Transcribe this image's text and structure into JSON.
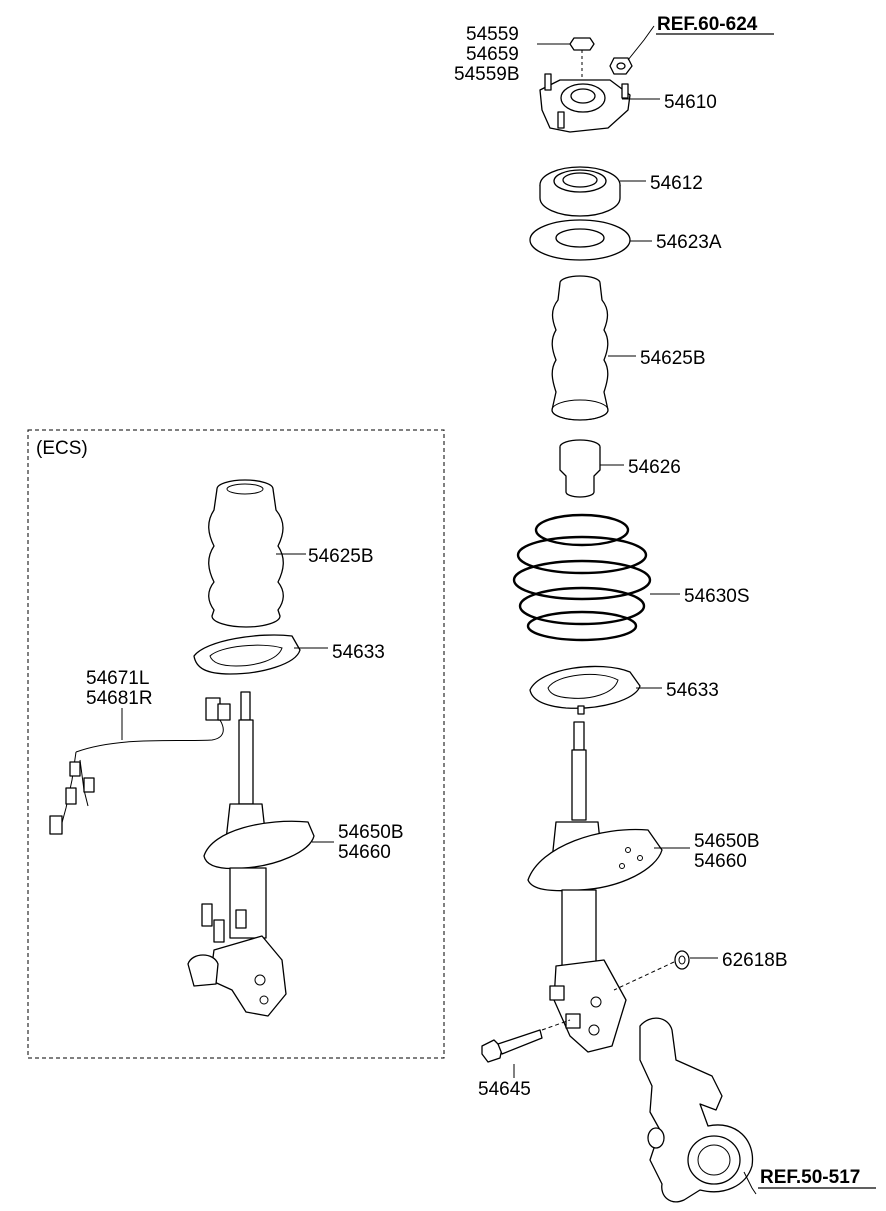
{
  "group": {
    "label": "(ECS)"
  },
  "references": {
    "top": "REF.60-624",
    "bottom": "REF.50-517"
  },
  "labels": {
    "nut_top": [
      "54559",
      "54659",
      "54559B"
    ],
    "mount": "54610",
    "bearing": "54612",
    "spring_seat_upper": "54623A",
    "dust_cover": "54625B",
    "bumper": "54626",
    "coil_spring": "54630S",
    "spring_seat_lower": "54633",
    "strut_assy": [
      "54650B",
      "54660"
    ],
    "nut_lower": "62618B",
    "bolt": "54645",
    "ecs_dust_cover": "54625B",
    "ecs_spring_seat": "54633",
    "ecs_harness": [
      "54671L",
      "54681R"
    ],
    "ecs_strut_assy": [
      "54650B",
      "54660"
    ]
  }
}
